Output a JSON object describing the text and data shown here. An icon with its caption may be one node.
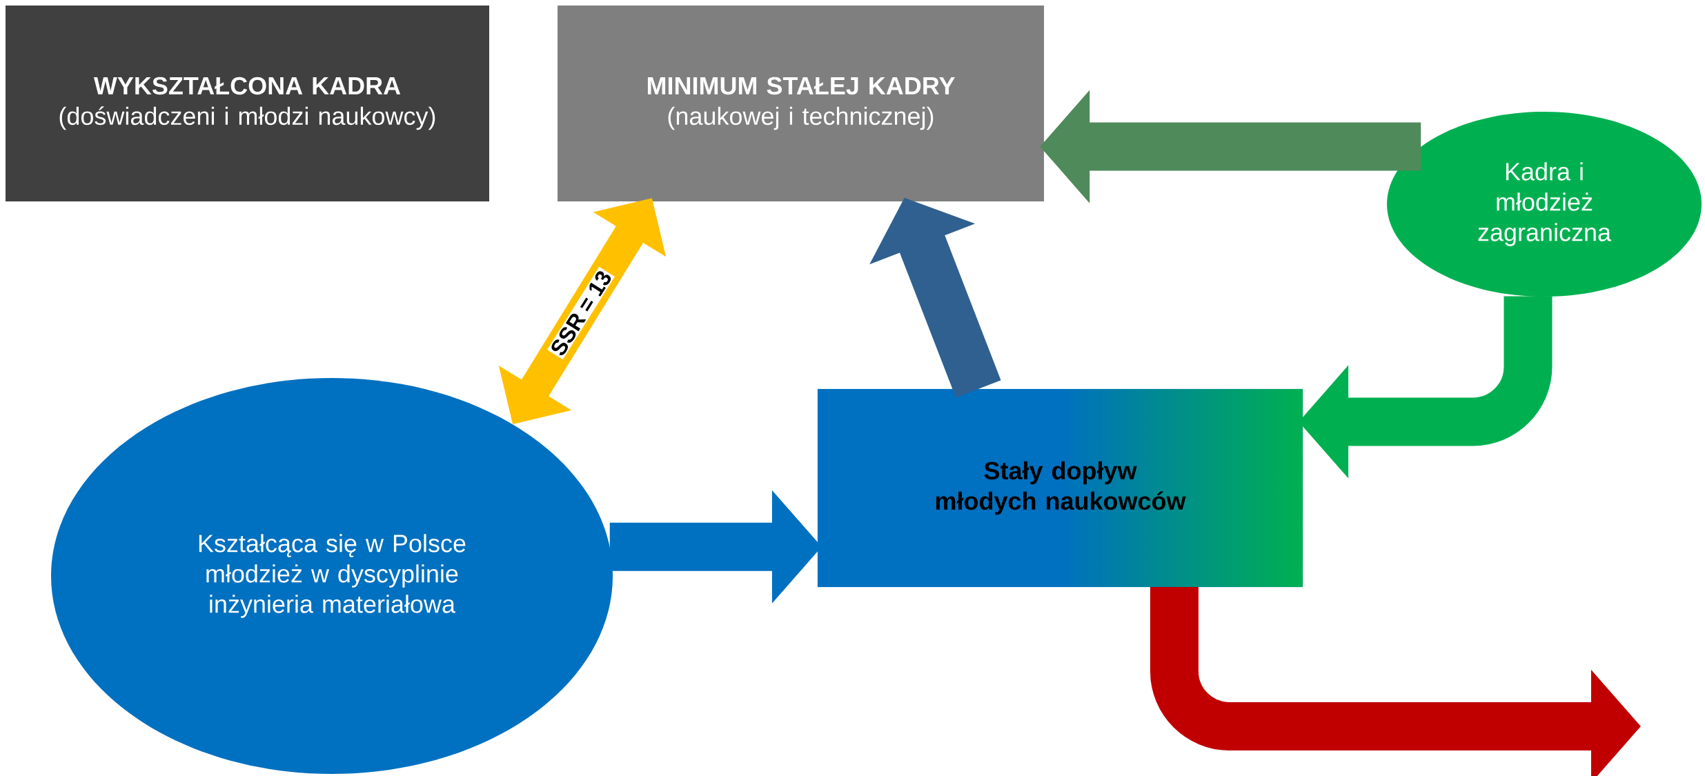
{
  "diagram": {
    "nodes": [
      {
        "text": [
          "WYKSZTAŁCONA KADRA",
          "(doświadczeni i młodzi naukowcy)"
        ]
      },
      {
        "text": [
          "MINIMUM STAŁEJ KADRY",
          "(naukowej i technicznej)"
        ]
      },
      {
        "text": [
          "Kadra i młodzież zagraniczna"
        ]
      },
      {
        "text": [
          "Stały dopływ młodych naukowców"
        ]
      },
      {
        "text": [
          "Kształcąca się w Polsce młodzież w dyscyplinie inżynieria materiałowa"
        ]
      }
    ],
    "edges": [
      {
        "from": 2,
        "to": 1,
        "arrow": "to",
        "color": "#4f8a5a"
      },
      {
        "from": 2,
        "to": 3,
        "arrow": "to",
        "color": "#00b050"
      },
      {
        "from": 4,
        "to": 3,
        "arrow": "to",
        "color": "#0070c0"
      },
      {
        "from": 3,
        "to": 1,
        "arrow": "to",
        "color": "#2f6090"
      },
      {
        "from": 4,
        "to": 1,
        "arrow": "both",
        "label": "SSR = 13",
        "color": "#ffc000"
      },
      {
        "from": 3,
        "to": null,
        "arrow": "to",
        "color": "#c00000"
      }
    ]
  }
}
